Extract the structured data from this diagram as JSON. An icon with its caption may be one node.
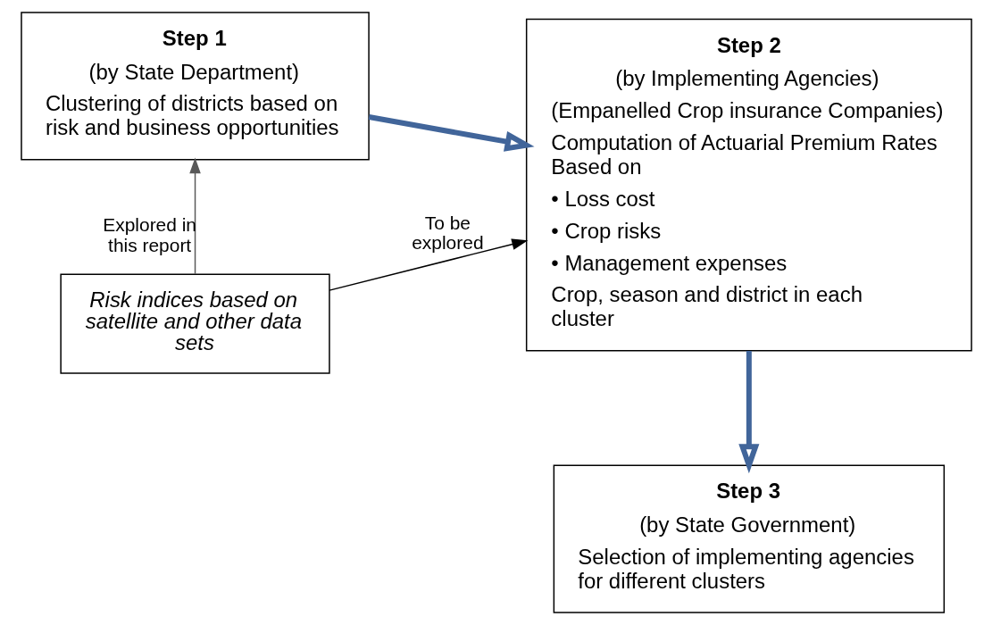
{
  "diagram": {
    "nodes": [
      {
        "text": [
          "Step 1",
          "(by State Department)",
          "Clustering of districts based on risk and business opportunities"
        ]
      },
      {
        "text": [
          "Step 2",
          "(by Implementing Agencies)",
          "(Empanelled Crop insurance Companies)",
          "Computation of Actuarial Premium Rates Based on",
          "• Loss cost",
          "• Crop risks",
          "• Management expenses",
          "Crop, season and district in each cluster"
        ]
      },
      {
        "text": [
          "Risk indices based on satellite and other data sets"
        ]
      },
      {
        "text": [
          "Step 3",
          "(by State Government)",
          "Selection of implementing agencies for different clusters"
        ]
      }
    ],
    "edges": [
      {
        "from": 0,
        "to": 1,
        "arrow": "to",
        "style": "thick",
        "color": "#41659a"
      },
      {
        "from": 2,
        "to": 0,
        "arrow": "to",
        "label": "Explored in this report",
        "color": "#595959"
      },
      {
        "from": 2,
        "to": 1,
        "arrow": "to",
        "label": "To be explored",
        "color": "#000000"
      },
      {
        "from": 1,
        "to": 3,
        "arrow": "to",
        "style": "thick",
        "color": "#41659a"
      }
    ]
  }
}
